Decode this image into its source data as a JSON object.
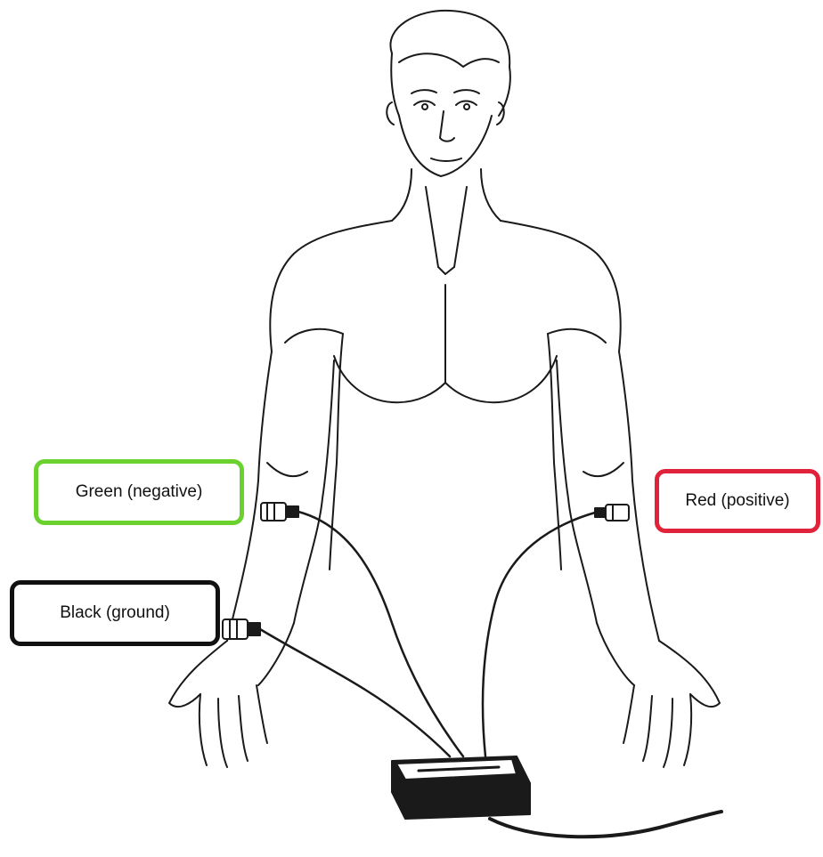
{
  "labels": {
    "green": "Green (negative)",
    "red": "Red (positive)",
    "black": "Black (ground)"
  },
  "colors": {
    "green": "#6bd12e",
    "red": "#e0233a",
    "black": "#111111",
    "line": "#1a1a1a"
  }
}
